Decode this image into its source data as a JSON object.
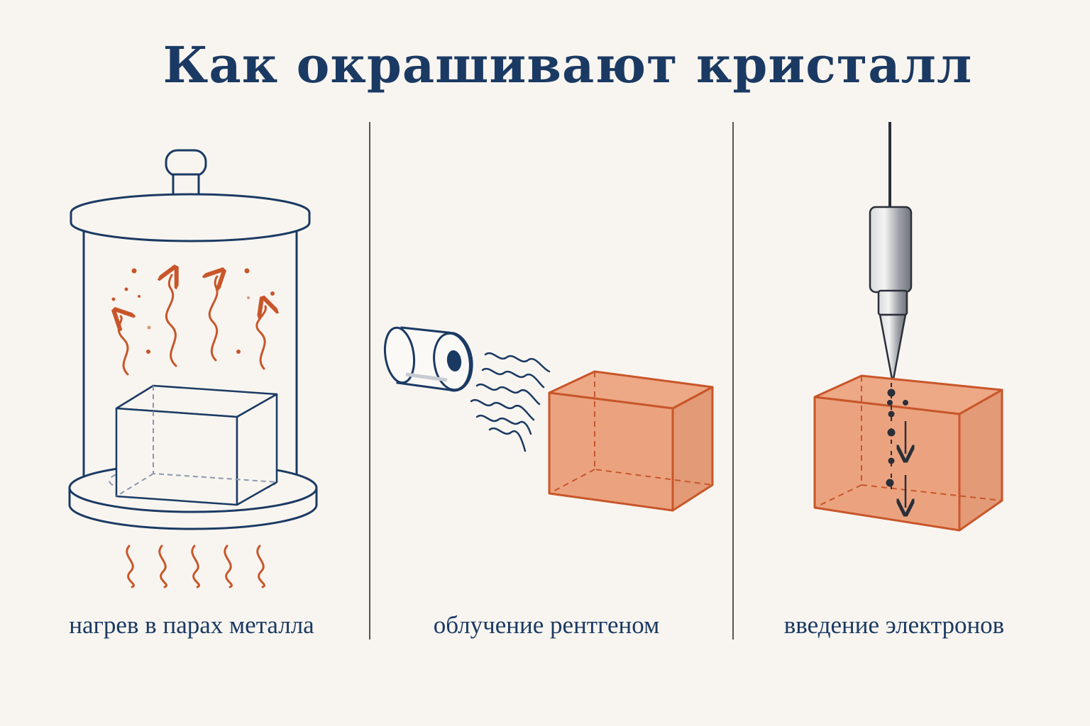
{
  "title": "Как окрашивают кристалл",
  "panels": [
    {
      "caption": "нагрев в парах металла",
      "icon": "bell-jar-heating"
    },
    {
      "caption": "облучение рентгеном",
      "icon": "x-ray-tube"
    },
    {
      "caption": "введение электронов",
      "icon": "electrode-needle"
    }
  ],
  "colors": {
    "navy": "#1b3a63",
    "orange": "#c8562a",
    "crystal_fill": "#eba37f",
    "background": "#f8f5f0"
  }
}
